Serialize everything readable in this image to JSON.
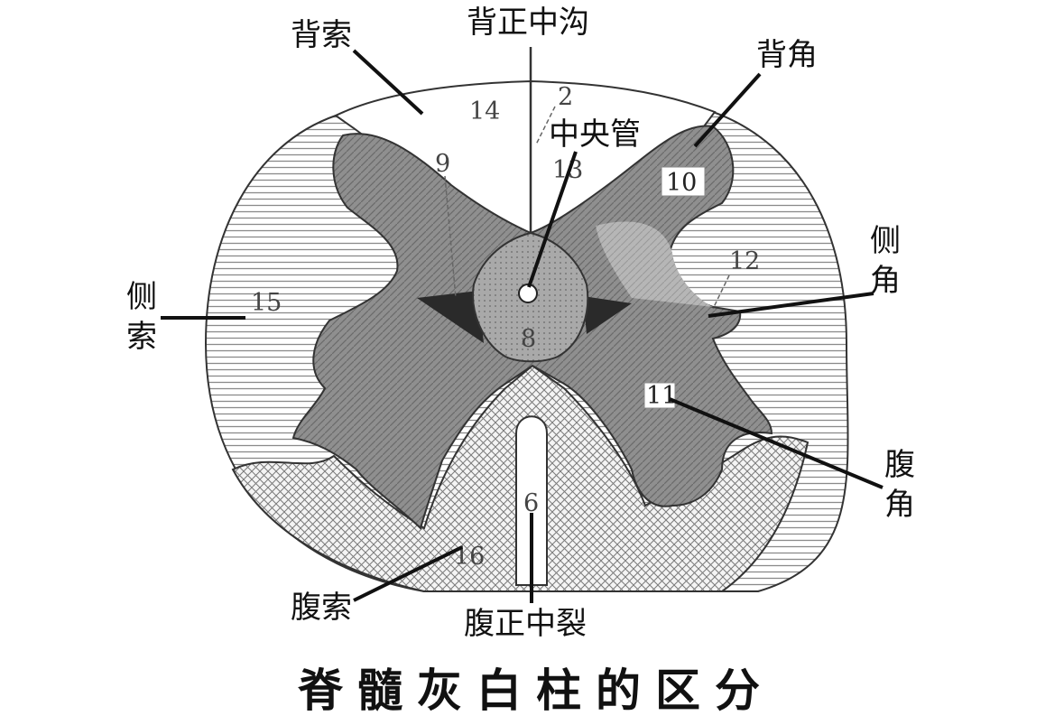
{
  "labels": {
    "dorsal_funiculus": "背索",
    "dorsal_median_sulcus": "背正中沟",
    "dorsal_horn": "背角",
    "central_canal": "中央管",
    "lateral_funiculus": [
      "侧",
      "索"
    ],
    "lateral_horn": [
      "侧",
      "角"
    ],
    "ventral_horn": [
      "腹",
      "角"
    ],
    "ventral_funiculus": "腹索",
    "ventral_median_fissure": "腹正中裂"
  },
  "numbers": {
    "n2": "2",
    "n6": "6",
    "n8": "8",
    "n9": "9",
    "n10": "10",
    "n11": "11",
    "n12": "12",
    "n13": "13",
    "n14": "14",
    "n15": "15",
    "n16": "16"
  },
  "caption": "脊髓灰白柱的区分"
}
